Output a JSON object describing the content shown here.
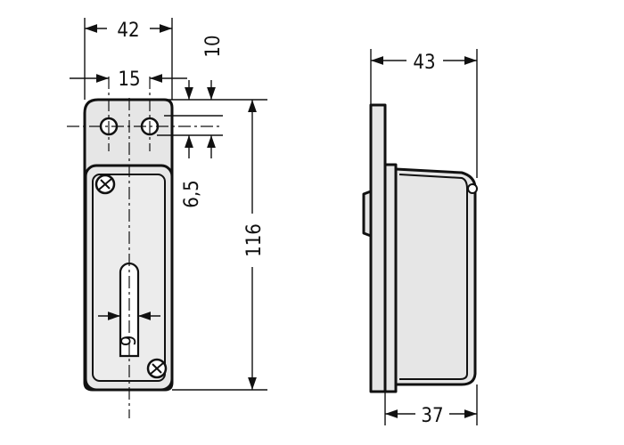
{
  "dimensions": {
    "front_width": "42",
    "hole_spacing": "15",
    "hole_offset_top": "10",
    "hole_diameter": "6,5",
    "overall_height": "116",
    "slot_width": "9",
    "side_depth_total": "43",
    "side_body_depth": "37"
  },
  "colors": {
    "line": "#111111",
    "fill": "#e6e6e6",
    "background": "#ffffff"
  }
}
